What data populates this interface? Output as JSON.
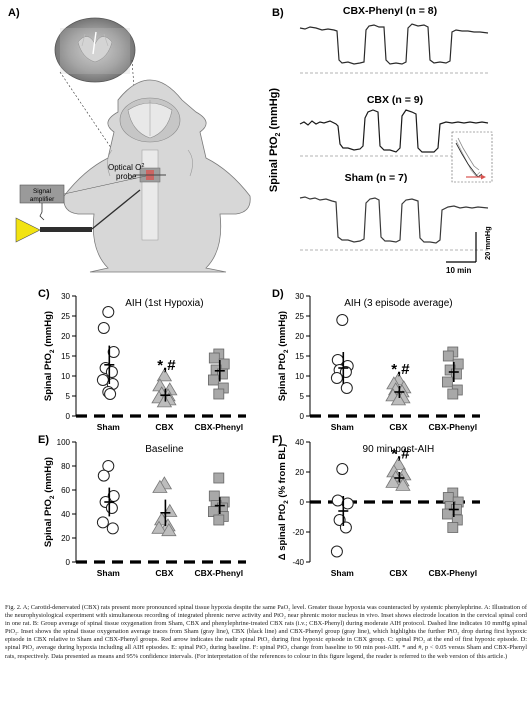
{
  "panel_letters": {
    "a": "A)",
    "b": "B)",
    "c": "C)",
    "d": "D)",
    "e": "E)",
    "f": "F)"
  },
  "panel_a": {
    "optical_label_1": "Optical O",
    "optical_sub": "2",
    "optical_label_2": "probe",
    "amp_label_1": "Signal",
    "amp_label_2": "amplifier"
  },
  "panel_b": {
    "ylabel": "Spinal PtO",
    "ylabel_sub": "2",
    "ylabel_unit": " (mmHg)",
    "traces": [
      {
        "label": "CBX-Phenyl (n = 8)"
      },
      {
        "label": "CBX (n = 9)"
      },
      {
        "label": "Sham (n = 7)"
      }
    ],
    "scale_y": "20 mmHg",
    "scale_x": "10 min"
  },
  "group_labels": [
    "Sham",
    "CBX",
    "CBX-Phenyl"
  ],
  "chart_data": [
    {
      "type": "scatter",
      "panel": "C",
      "title": "AIH (1st Hypoxia)",
      "ylabel": "Spinal PtO2 (mmHg)",
      "ylim": [
        0,
        30
      ],
      "yticks": [
        0,
        5,
        10,
        15,
        20,
        25,
        30
      ],
      "categories": [
        "Sham",
        "CBX",
        "CBX-Phenyl"
      ],
      "markers": [
        "circle",
        "triangle",
        "square"
      ],
      "points": [
        [
          26,
          22,
          16,
          12,
          11,
          9,
          8,
          6,
          5.5
        ],
        [
          10,
          7.5,
          6.5,
          5.5,
          5,
          4.5,
          4,
          3.5
        ],
        [
          15.5,
          14.5,
          13,
          11.5,
          10.5,
          9,
          7,
          5.5
        ]
      ],
      "mean": [
        12.8,
        5.2,
        11.3
      ],
      "ci": [
        [
          8,
          17.6
        ],
        [
          3.6,
          6.8
        ],
        [
          8.6,
          14
        ]
      ],
      "annotations": [
        {
          "category": "CBX",
          "text": "*,#"
        }
      ]
    },
    {
      "type": "scatter",
      "panel": "D",
      "title": "AIH (3 episode average)",
      "ylabel": "Spinal PtO2 (mmHg)",
      "ylim": [
        0,
        30
      ],
      "yticks": [
        0,
        5,
        10,
        15,
        20,
        25,
        30
      ],
      "categories": [
        "Sham",
        "CBX",
        "CBX-Phenyl"
      ],
      "markers": [
        "circle",
        "triangle",
        "square"
      ],
      "points": [
        [
          24,
          14,
          12.5,
          11.5,
          11,
          9.5,
          7
        ],
        [
          9,
          8,
          7,
          6.5,
          6,
          5,
          4.5,
          4
        ],
        [
          16,
          15,
          13,
          11.5,
          10.5,
          8.5,
          6.5,
          5.5
        ]
      ],
      "mean": [
        12,
        6,
        11
      ],
      "ci": [
        [
          8,
          16
        ],
        [
          4.5,
          7.5
        ],
        [
          8.5,
          13.5
        ]
      ],
      "annotations": [
        {
          "category": "CBX",
          "text": "*,#"
        }
      ]
    },
    {
      "type": "scatter",
      "panel": "E",
      "title": "Baseline",
      "ylabel": "Spinal PtO2 (mmHg)",
      "ylim": [
        0,
        100
      ],
      "yticks": [
        0,
        20,
        40,
        60,
        80,
        100
      ],
      "categories": [
        "Sham",
        "CBX",
        "CBX-Phenyl"
      ],
      "markers": [
        "circle",
        "triangle",
        "square"
      ],
      "points": [
        [
          80,
          72,
          55,
          50,
          45,
          33,
          28
        ],
        [
          65,
          62,
          42,
          35,
          30,
          28,
          26
        ],
        [
          70,
          55,
          50,
          47,
          45,
          42,
          38,
          35
        ]
      ],
      "mean": [
        50,
        41,
        47
      ],
      "ci": [
        [
          38,
          62
        ],
        [
          30,
          52
        ],
        [
          40,
          54
        ]
      ],
      "annotations": []
    },
    {
      "type": "scatter",
      "panel": "F",
      "title": "90 min post-AIH",
      "ylabel": "Δ spinal PtO2 (% from BL)",
      "ylim": [
        -40,
        40
      ],
      "yticks": [
        -40,
        -20,
        0,
        20,
        40
      ],
      "categories": [
        "Sham",
        "CBX",
        "CBX-Phenyl"
      ],
      "markers": [
        "circle",
        "triangle",
        "square"
      ],
      "points": [
        [
          22,
          1,
          -1,
          -12,
          -17,
          -33
        ],
        [
          25,
          20,
          18,
          16,
          14,
          13,
          11
        ],
        [
          6,
          3,
          0,
          -3,
          -5,
          -8,
          -12,
          -17
        ]
      ],
      "mean": [
        -6,
        16,
        -5
      ],
      "ci": [
        [
          -16,
          4
        ],
        [
          13,
          20
        ],
        [
          -10,
          0
        ]
      ],
      "annotations": [
        {
          "category": "CBX",
          "text": "*,#"
        }
      ]
    }
  ],
  "caption": "Fig. 2. A; Carotid-denervated (CBX) rats present more pronounced spinal tissue hypoxia despite the same PaO₂ level. Greater tissue hypoxia was counteracted by systemic phenylephrine. A: Illustration of the neurophysiological experiment with simultaneous recording of integrated phrenic nerve activity and PtO₂ near phrenic motor nucleus in vivo. Inset shows electrode location in the cervical spinal cord in one rat. B: Group average of spinal tissue oxygenation from Sham, CBX and phenylephrine-treated CBX rats (i.v.; CBX-Phenyl) during moderate AIH protocol. Dashed line indicates 10 mmHg spinal PtO₂. Inset shows the spinal tissue oxygenation average traces from Sham (gray line), CBX (black line) and CBX-Phenyl group (gray line), which highlights the further PtO₂ drop during first hypoxic episode in CBX relative to Sham and CBX-Phenyl groups. Red arrow indicates the nadir spinal PtO₂ during first hypoxic episode in CBX group. C: spinal PtO₂ at the end of first hypoxic episode. D: spinal PtO₂ average during hypoxia including all AIH episodes. E: spinal PtO₂ during baseline. F: spinal PtO₂ change from baseline to 90 min post-AIH. * and #, p < 0.05 versus Sham and CBX-Phenyl rats, respectively. Data presented as means and 95% confidence intervals. (For interpretation of the references to colour in this figure legend, the reader is referred to the web version of this article.)"
}
